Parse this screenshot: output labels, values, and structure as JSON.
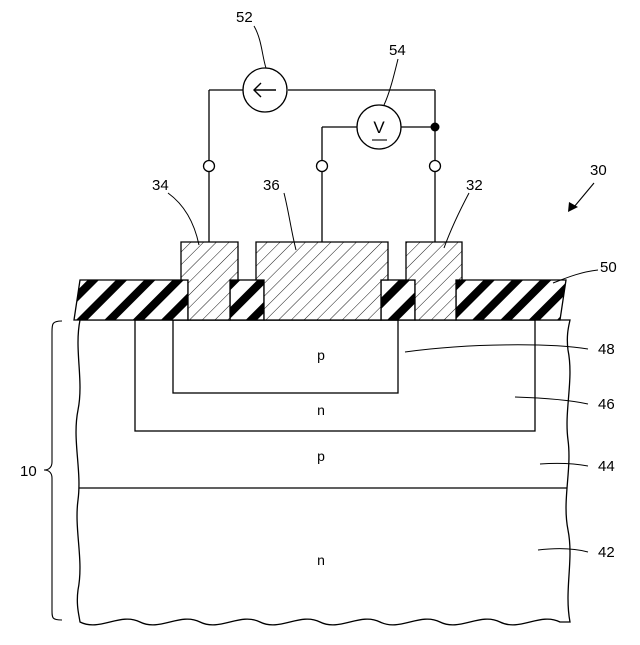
{
  "labels": {
    "device_ref": "30",
    "substrate_ref": "10",
    "current_source_ref": "52",
    "voltmeter_ref": "54",
    "electrode_left_ref": "34",
    "electrode_center_ref": "36",
    "electrode_right_ref": "32",
    "insulator_ref": "50",
    "region_p_top_ref": "48",
    "region_n_well_ref": "46",
    "layer_p_ref": "44",
    "layer_n_bottom_ref": "42"
  },
  "regions": {
    "p_top": "p",
    "n_well": "n",
    "p_layer": "p",
    "n_bottom": "n"
  },
  "meters": {
    "voltmeter_symbol": "V",
    "current_source_icon": "left-arrow"
  },
  "colors": {
    "line": "#000000",
    "background": "#ffffff"
  }
}
